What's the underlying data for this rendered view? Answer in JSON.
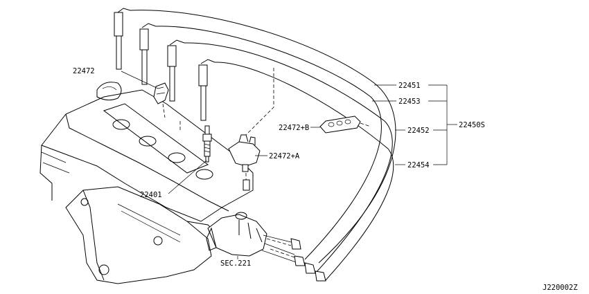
{
  "labels": {
    "p22472": "22472",
    "p22401": "22401",
    "p22472a": "22472+A",
    "p22472b": "22472+B",
    "p22451": "22451",
    "p22453": "22453",
    "p22452": "22452",
    "p22454": "22454",
    "p22450s": "22450S",
    "sec221": "SEC.221"
  },
  "diagram_code": "J220002Z"
}
